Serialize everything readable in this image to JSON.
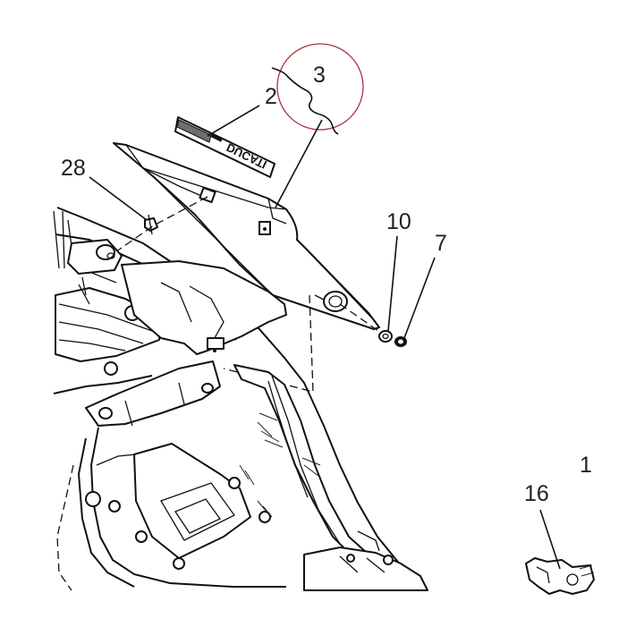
{
  "diagram": {
    "callouts": [
      {
        "id": "c3",
        "text": "3"
      },
      {
        "id": "c2",
        "text": "2"
      },
      {
        "id": "c28",
        "text": "28"
      },
      {
        "id": "c10",
        "text": "10"
      },
      {
        "id": "c7",
        "text": "7"
      },
      {
        "id": "c1",
        "text": "1"
      },
      {
        "id": "c16",
        "text": "16"
      }
    ],
    "decal_text": "DUCATI",
    "colors": {
      "line": "#111111",
      "highlight_circle": "#b03040",
      "background": "#ffffff"
    }
  }
}
